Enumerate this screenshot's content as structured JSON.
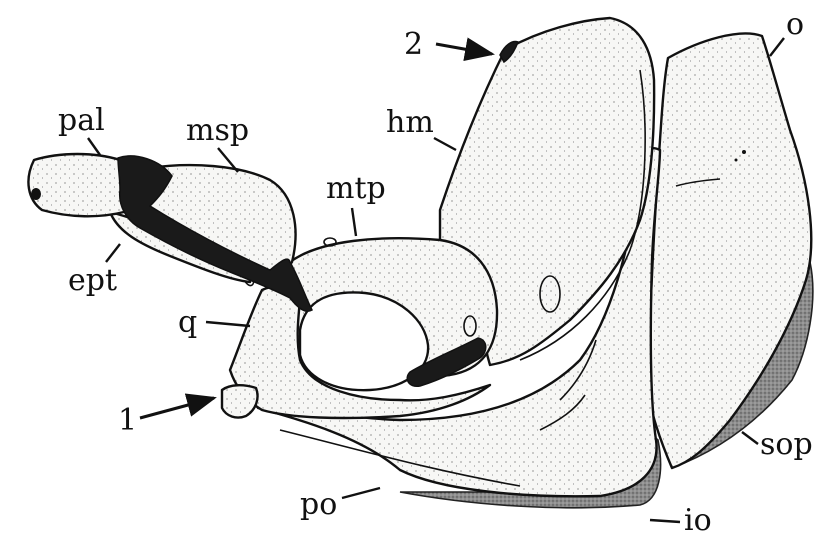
{
  "labels": {
    "pal": "pal",
    "msp": "msp",
    "mtp": "mtp",
    "hm": "hm",
    "o": "o",
    "ept": "ept",
    "q": "q",
    "sop": "sop",
    "po": "po",
    "io": "io",
    "arrow1": "1",
    "arrow2": "2"
  },
  "colors": {
    "ink": "#111111",
    "bone_fill": "#f7f7f5",
    "dark_cartilage": "#1a1a1a",
    "grey_shading": "#8a8a8a"
  }
}
